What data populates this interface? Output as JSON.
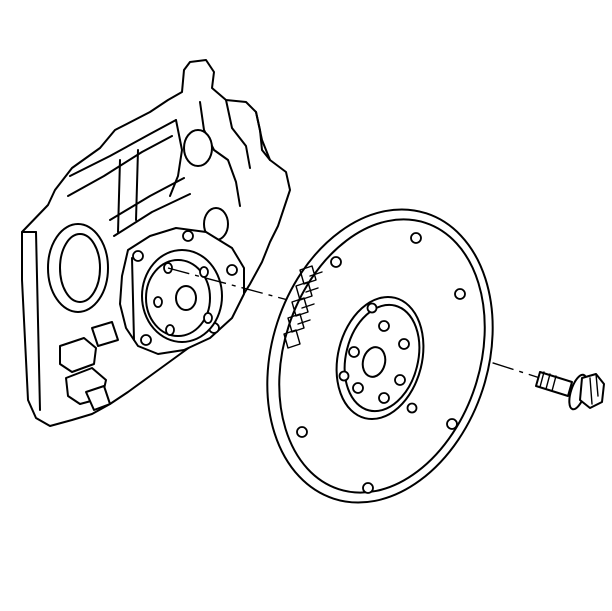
{
  "diagram": {
    "parts": [
      {
        "id": "engine-block",
        "icon": "engine-block-icon"
      },
      {
        "id": "crankshaft-flange",
        "icon": "crankshaft-flange-icon"
      },
      {
        "id": "flywheel",
        "icon": "flywheel-icon"
      },
      {
        "id": "ring-gear-teeth",
        "icon": "ring-gear-icon"
      },
      {
        "id": "flywheel-bolt",
        "icon": "bolt-icon"
      }
    ],
    "line_color": "#000000",
    "background_color": "#ffffff"
  }
}
